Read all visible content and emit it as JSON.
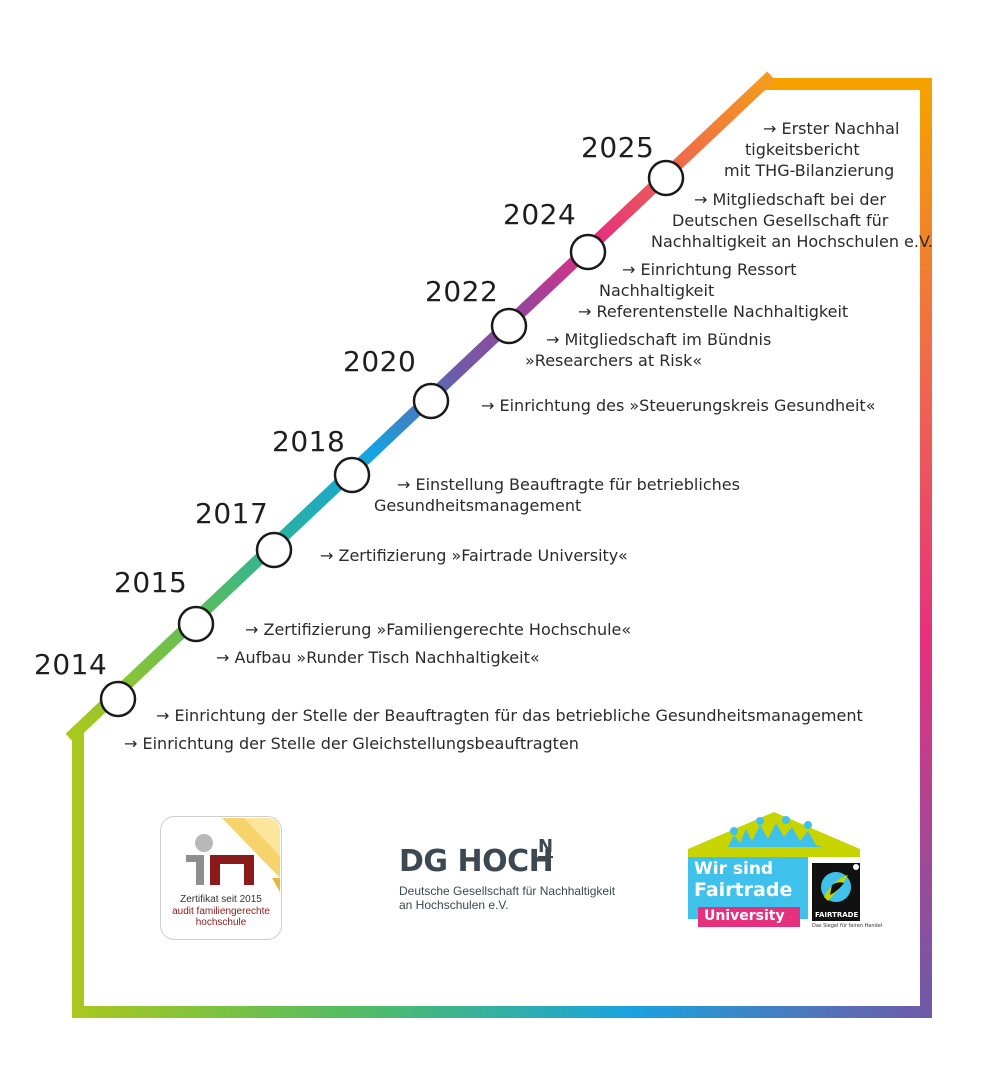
{
  "timeline": [
    {
      "year": "2014",
      "events": [
        "→ Einrichtung der Stelle der Beauftragten für das betriebliche Gesundheitsmanagement",
        "→ Einrichtung der Stelle der Gleichstellungsbeauftragten"
      ]
    },
    {
      "year": "2015",
      "events": [
        "→ Zertifizierung »Familiengerechte Hochschule«",
        "→ Aufbau »Runder Tisch Nachhaltigkeit«"
      ]
    },
    {
      "year": "2017",
      "events": [
        "→ Zertifizierung »Fairtrade University«"
      ]
    },
    {
      "year": "2018",
      "events": [
        "→ Einstellung Beauftragte für betriebliches",
        "Gesundheitsmanagement"
      ]
    },
    {
      "year": "2020",
      "events": [
        "→ Einrichtung des »Steuerungskreis Gesundheit«"
      ]
    },
    {
      "year": "2022",
      "events": [
        "→ Mitgliedschaft im Bündnis",
        "»Researchers at Risk«",
        "→ Einrichtung Ressort",
        "Nachhaltigkeit",
        "→ Referentenstelle Nachhaltigkeit"
      ]
    },
    {
      "year": "2024",
      "events": [
        "→ Mitgliedschaft bei der",
        "Deutschen Gesellschaft für",
        "Nachhaltigkeit an Hochschulen e.V."
      ]
    },
    {
      "year": "2025",
      "events": [
        "→ Erster Nachhal",
        "tigkeitsbericht",
        "mit THG-Bilanzierung"
      ]
    }
  ],
  "logos": {
    "audit": {
      "line1": "Zertifikat seit 2015",
      "line2": "audit familiengerechte",
      "line3": "hochschule"
    },
    "dghoch": {
      "main": "DG HOCH",
      "super": "N",
      "sub1": "Deutsche Gesellschaft für Nachhaltigkeit",
      "sub2": "an Hochschulen e.V."
    },
    "fairtrade": {
      "line1": "Wir sind",
      "line2": "Fairtrade",
      "line3": "University",
      "mark": "FAIRTRADE",
      "tagline": "Das Siegel für fairen Handel"
    }
  },
  "colors": {
    "green": "#a8c81e",
    "teal": "#2bb3a3",
    "blue": "#1aa3df",
    "purple": "#8a4fa0",
    "magenta": "#e6307d",
    "orange": "#f39a1e",
    "dark_red": "#8b1a1a",
    "fairtrade_blue": "#3ec1ea"
  }
}
